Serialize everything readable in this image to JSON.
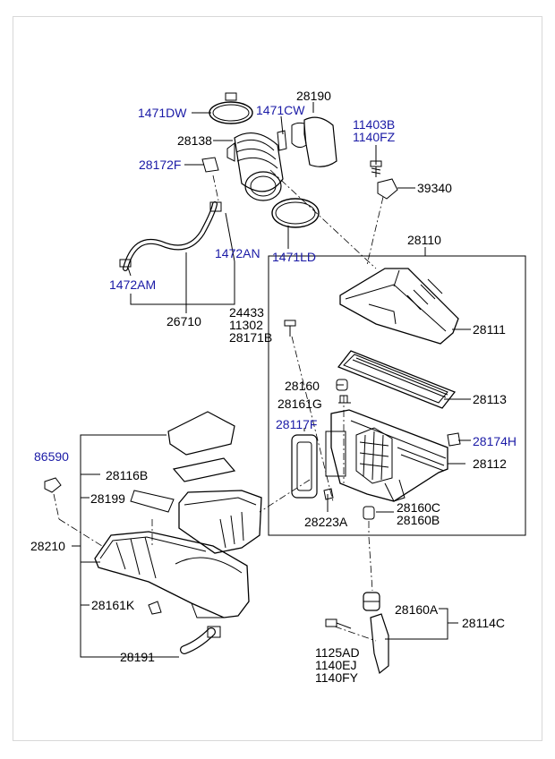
{
  "colors": {
    "label_blue": "#1a1aa6",
    "label_black": "#000000",
    "line": "#000000",
    "frame": "#d8d8d8"
  },
  "labels": {
    "l1471DW": "1471DW",
    "l28190": "28190",
    "l1471CW": "1471CW",
    "l11403B": "11403B",
    "l1140FZ": "1140FZ",
    "l28138": "28138",
    "l28172F": "28172F",
    "l39340": "39340",
    "l28110": "28110",
    "l1472AN": "1472AN",
    "l1471LD": "1471LD",
    "l1472AM": "1472AM",
    "l24433": "24433",
    "l11302": "11302",
    "l28171B": "28171B",
    "l26710": "26710",
    "l28111": "28111",
    "l28160": "28160",
    "l28113": "28113",
    "l28161G": "28161G",
    "l28117F": "28117F",
    "l28174H": "28174H",
    "l86590": "86590",
    "l28112": "28112",
    "l28116B": "28116B",
    "l28199": "28199",
    "l28160C": "28160C",
    "l28160B": "28160B",
    "l28223A": "28223A",
    "l28210": "28210",
    "l28160A": "28160A",
    "l28161K": "28161K",
    "l28114C": "28114C",
    "l1125AD": "1125AD",
    "l1140EJ": "1140EJ",
    "l1140FY": "1140FY",
    "l28191": "28191"
  }
}
